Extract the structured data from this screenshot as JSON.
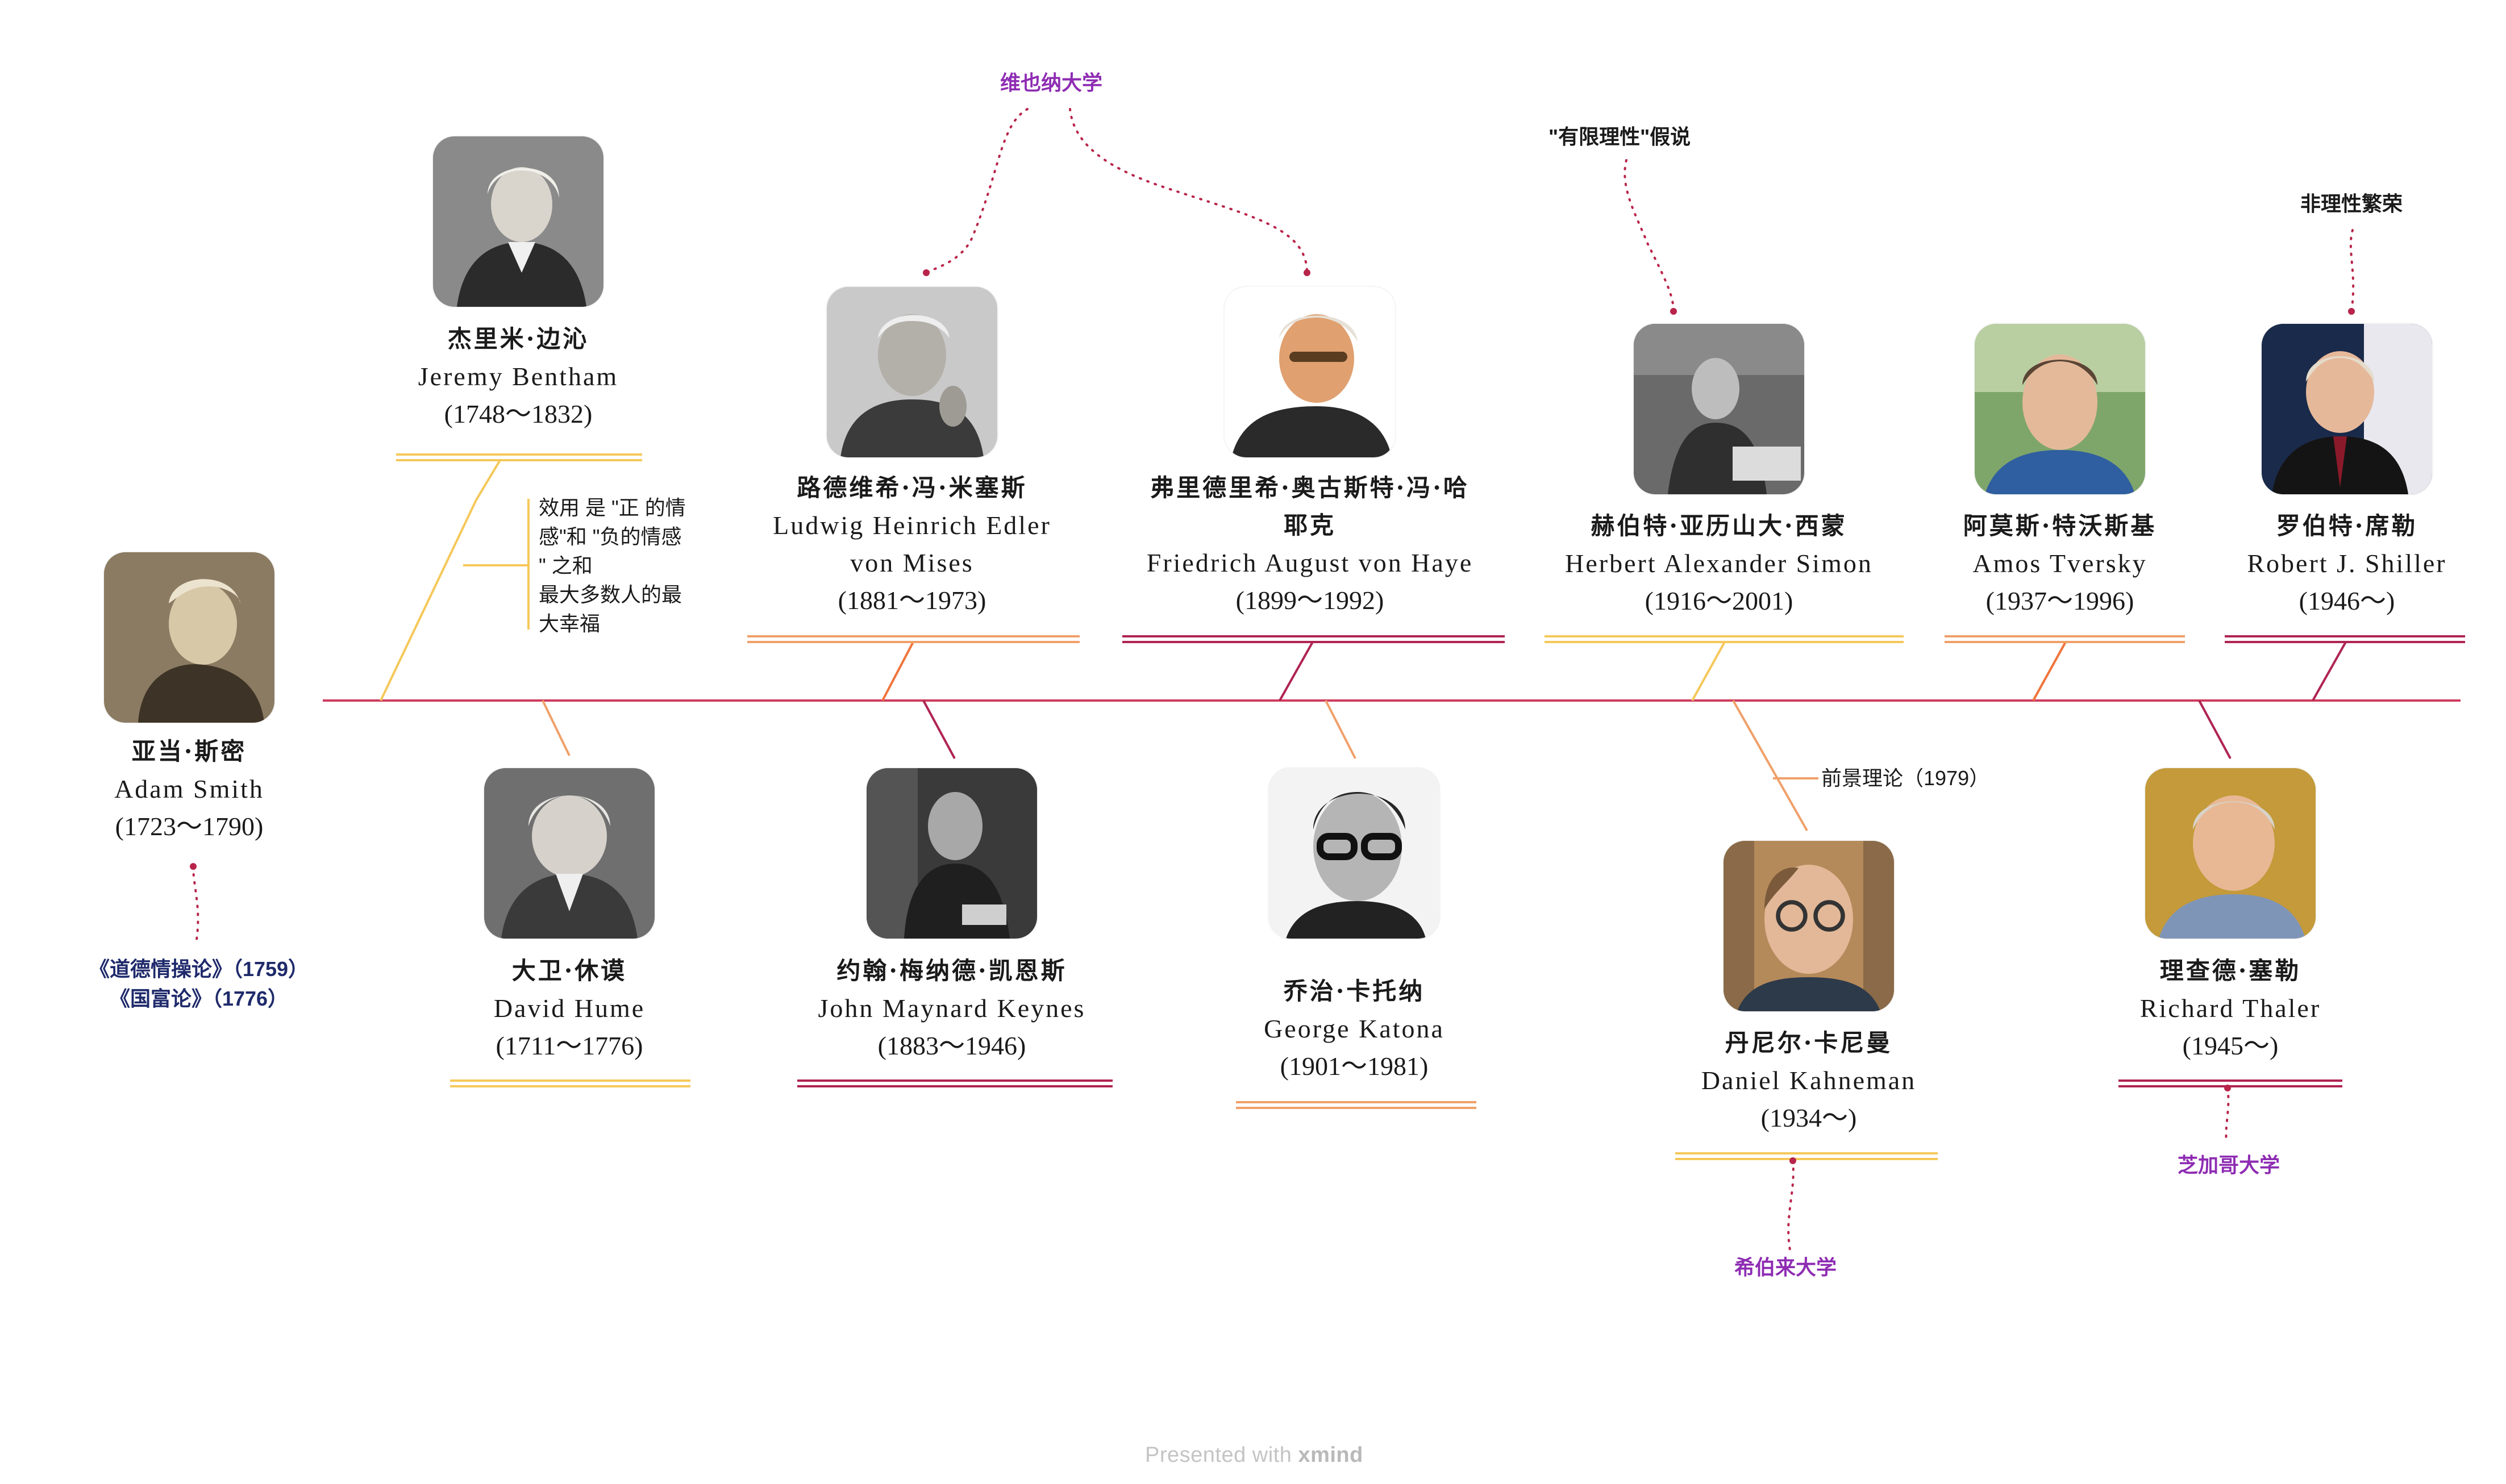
{
  "people": {
    "smith": {
      "zh": "亚当·斯密",
      "en": "Adam Smith",
      "years": "(1723～1790)"
    },
    "bentham": {
      "zh": "杰里米·边沁",
      "en": "Jeremy Bentham",
      "years": "(1748～1832)"
    },
    "hume": {
      "zh": "大卫·休谟",
      "en": "David Hume",
      "years": "(1711～1776)"
    },
    "mises": {
      "zh": "路德维希·冯·米塞斯",
      "en1": "Ludwig Heinrich Edler",
      "en2": "von Mises",
      "years": "(1881～1973)"
    },
    "keynes": {
      "zh": "约翰·梅纳德·凯恩斯",
      "en": "John Maynard Keynes",
      "years": "(1883～1946)"
    },
    "hayek": {
      "zh1": "弗里德里希·奥古斯特·冯·哈",
      "zh2": "耶克",
      "en": "Friedrich August von Haye",
      "years": "(1899～1992)"
    },
    "katona": {
      "zh": "乔治·卡托纳",
      "en": "George Katona",
      "years": "(1901～1981)"
    },
    "simon": {
      "zh": "赫伯特·亚历山大·西蒙",
      "en": "Herbert Alexander Simon",
      "years": "(1916～2001)"
    },
    "kahneman": {
      "zh": "丹尼尔·卡尼曼",
      "en": "Daniel Kahneman",
      "years": "(1934～)"
    },
    "tversky": {
      "zh": "阿莫斯·特沃斯基",
      "en": "Amos Tversky",
      "years": "(1937～1996)"
    },
    "thaler": {
      "zh": "理查德·塞勒",
      "en": "Richard Thaler",
      "years": "(1945～)"
    },
    "shiller": {
      "zh": "罗伯特·席勒",
      "en": "Robert J. Shiller",
      "years": "(1946～)"
    }
  },
  "notes": {
    "vienna": "维也纳大学",
    "bounded": "\"有限理性\"假说",
    "exuberance": "非理性繁荣",
    "utility": [
      "效用 是 \"正 的情",
      "感\"和 \"负的情感",
      "\" 之和",
      "最大多数人的最",
      "大幸福"
    ],
    "smith_books": [
      "《道德情操论》（1759）",
      "《国富论》（1776）"
    ],
    "prospect": "前景理论（1979）",
    "hebrew": "希伯来大学",
    "chicago": "芝加哥大学"
  },
  "footer": {
    "prefix": "Presented with",
    "brand": "xmind"
  },
  "colors": {
    "spine": "#cf3a5e",
    "yellow": "#f5c85a",
    "orange": "#f0a06a",
    "rose": "#d2506a",
    "maroon": "#b02452",
    "purple_note": "#8e2cb3",
    "dot_connector": "#b8244a"
  }
}
